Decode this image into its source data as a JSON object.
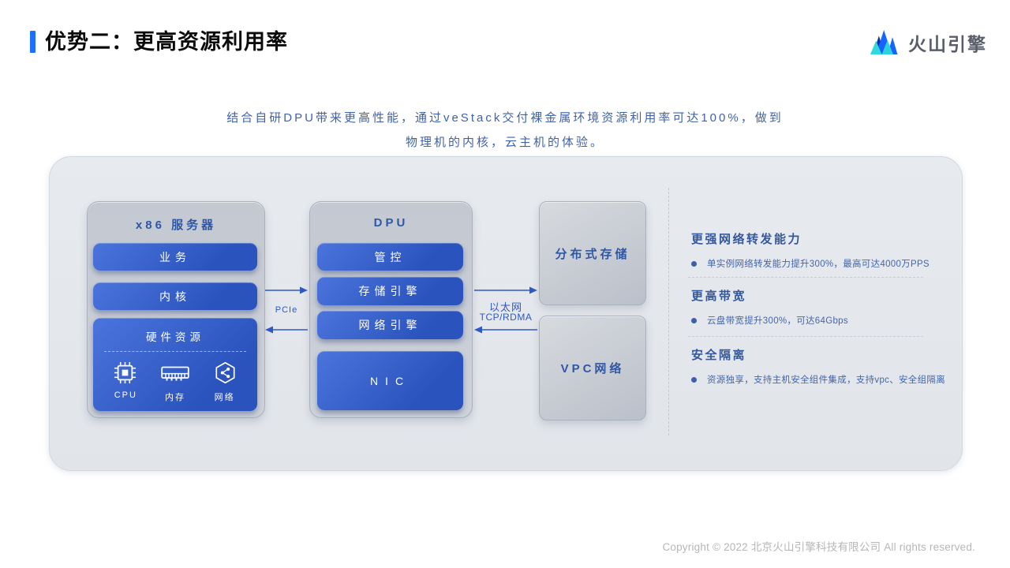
{
  "header": {
    "title": "优势二：更高资源利用率",
    "logo_text": "火山引擎"
  },
  "intro": {
    "line1": "结合自研DPU带来更高性能，通过veStack交付裸金属环境资源利用率可达100%，做到",
    "line2": "物理机的内核，云主机的体验。"
  },
  "diagram": {
    "server": {
      "title": "x86 服务器",
      "layers": [
        {
          "label": "业务"
        },
        {
          "label": "内核"
        }
      ],
      "hardware": {
        "title": "硬件资源",
        "items": [
          {
            "label": "CPU",
            "icon": "cpu-icon"
          },
          {
            "label": "内存",
            "icon": "memory-icon"
          },
          {
            "label": "网络",
            "icon": "network-icon"
          }
        ]
      }
    },
    "link_left": {
      "label": "PCIe"
    },
    "dpu": {
      "title": "DPU",
      "layers": [
        {
          "label": "管控"
        },
        {
          "label": "存储引擎"
        },
        {
          "label": "网络引擎"
        }
      ],
      "nic_label": "NIC"
    },
    "link_right": {
      "label_line1": "以太网",
      "label_line2": "TCP/RDMA"
    },
    "storage_title": "分布式存储",
    "vpc_title": "VPC网络"
  },
  "benefits": [
    {
      "title": "更强网络转发能力",
      "bullet": "单实例网络转发能力提升300%，最高可达4000万PPS"
    },
    {
      "title": "更高带宽",
      "bullet": "云盘带宽提升300%，可达64Gbps"
    },
    {
      "title": "安全隔离",
      "bullet": "资源独享，支持主机安全组件集成，支持vpc、安全组隔离"
    }
  ],
  "footer": {
    "copyright": "Copyright © 2022 北京火山引擎科技有限公司 All rights reserved."
  },
  "colors": {
    "accent_blue": "#1e6fff",
    "bar_blue": "#2f5ac5",
    "text_blue": "#3e63ab",
    "heading_blue": "#34589e",
    "logo_blue": "#1664ff",
    "logo_cyan": "#30dada",
    "panel_gray": "#e4e8ec"
  }
}
